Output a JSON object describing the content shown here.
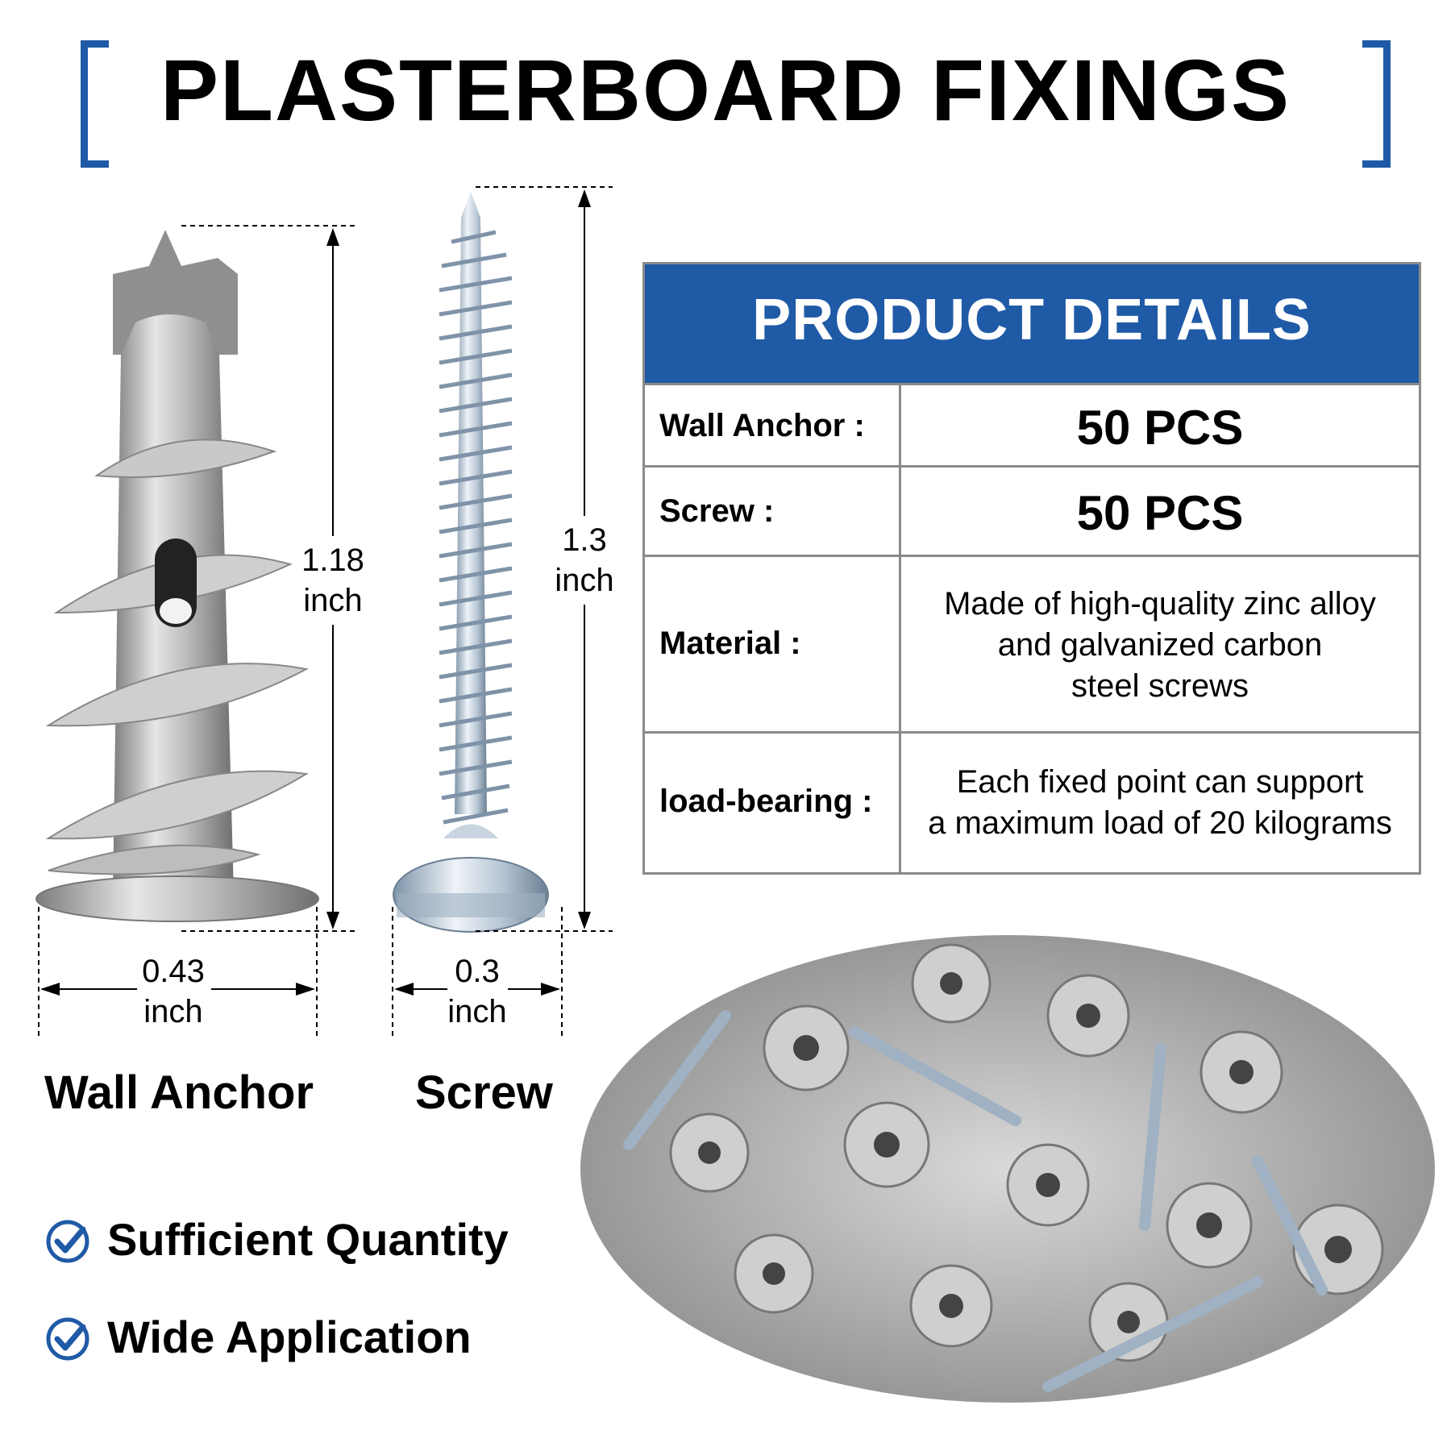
{
  "title": "PLASTERBOARD FIXINGS",
  "colors": {
    "brand_blue": "#1f5aa6",
    "table_border": "#8a8a8a"
  },
  "table": {
    "header": "PRODUCT DETAILS",
    "rows": [
      {
        "label": "Wall Anchor :",
        "value": "50 PCS"
      },
      {
        "label": "Screw :",
        "value": "50 PCS"
      },
      {
        "label": "Material :",
        "lines": [
          "Made of high-quality zinc alloy",
          "and galvanized carbon",
          "steel screws"
        ]
      },
      {
        "label": "load-bearing :",
        "lines": [
          "Each fixed point can support",
          "a maximum load of 20 kilograms"
        ]
      }
    ]
  },
  "dimensions": {
    "anchor_height": {
      "value": "1.18",
      "unit": "inch"
    },
    "screw_height": {
      "value": "1.3",
      "unit": "inch"
    },
    "anchor_width": {
      "value": "0.43",
      "unit": "inch"
    },
    "screw_width": {
      "value": "0.3",
      "unit": "inch"
    }
  },
  "captions": {
    "anchor": "Wall Anchor",
    "screw": "Screw"
  },
  "features": [
    {
      "icon": "check-circle-icon",
      "label": "Sufficient Quantity"
    },
    {
      "icon": "check-circle-icon",
      "label": "Wide Application"
    }
  ]
}
